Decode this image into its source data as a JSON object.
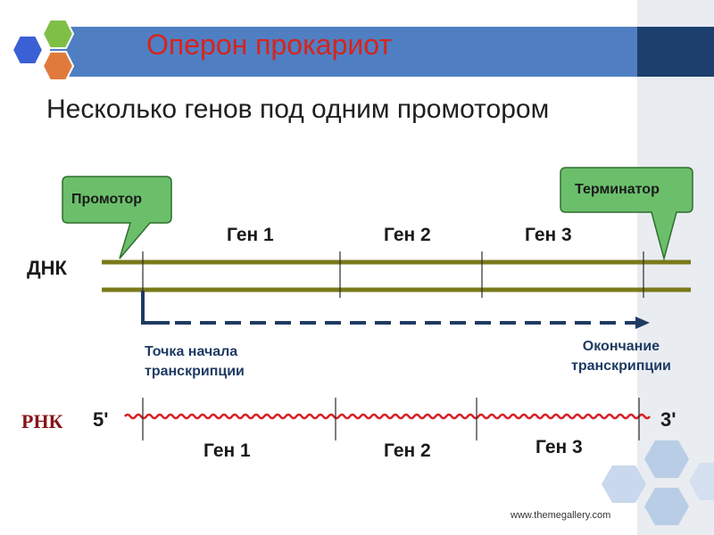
{
  "title": "Оперон прокариот",
  "subtitle": "Несколько генов под одним промотором",
  "labels": {
    "dna": "ДНК",
    "rna": "РНК",
    "five_prime": "5'",
    "three_prime": "3'",
    "promoter": "Промотор",
    "terminator": "Терминатор",
    "start_line1": "Точка начала",
    "start_line2": "транскрипции",
    "end_line1": "Окончание",
    "end_line2": "транскрипции"
  },
  "genes_dna": [
    "Ген 1",
    "Ген 2",
    "Ген 3"
  ],
  "genes_rna": [
    "Ген 1",
    "Ген 2",
    "Ген 3"
  ],
  "footer": "www.themegallery.com",
  "colors": {
    "title_red": "#d8231d",
    "title_bar": "#4f7fc2",
    "dna_strand": "#7a7a1a",
    "rna_strand": "#d81f26",
    "arrow": "#1f3b63",
    "callout_fill": "#6bbf6b"
  },
  "icons": [
    "hexagon-cluster-logo",
    "hexagon-decoration"
  ]
}
